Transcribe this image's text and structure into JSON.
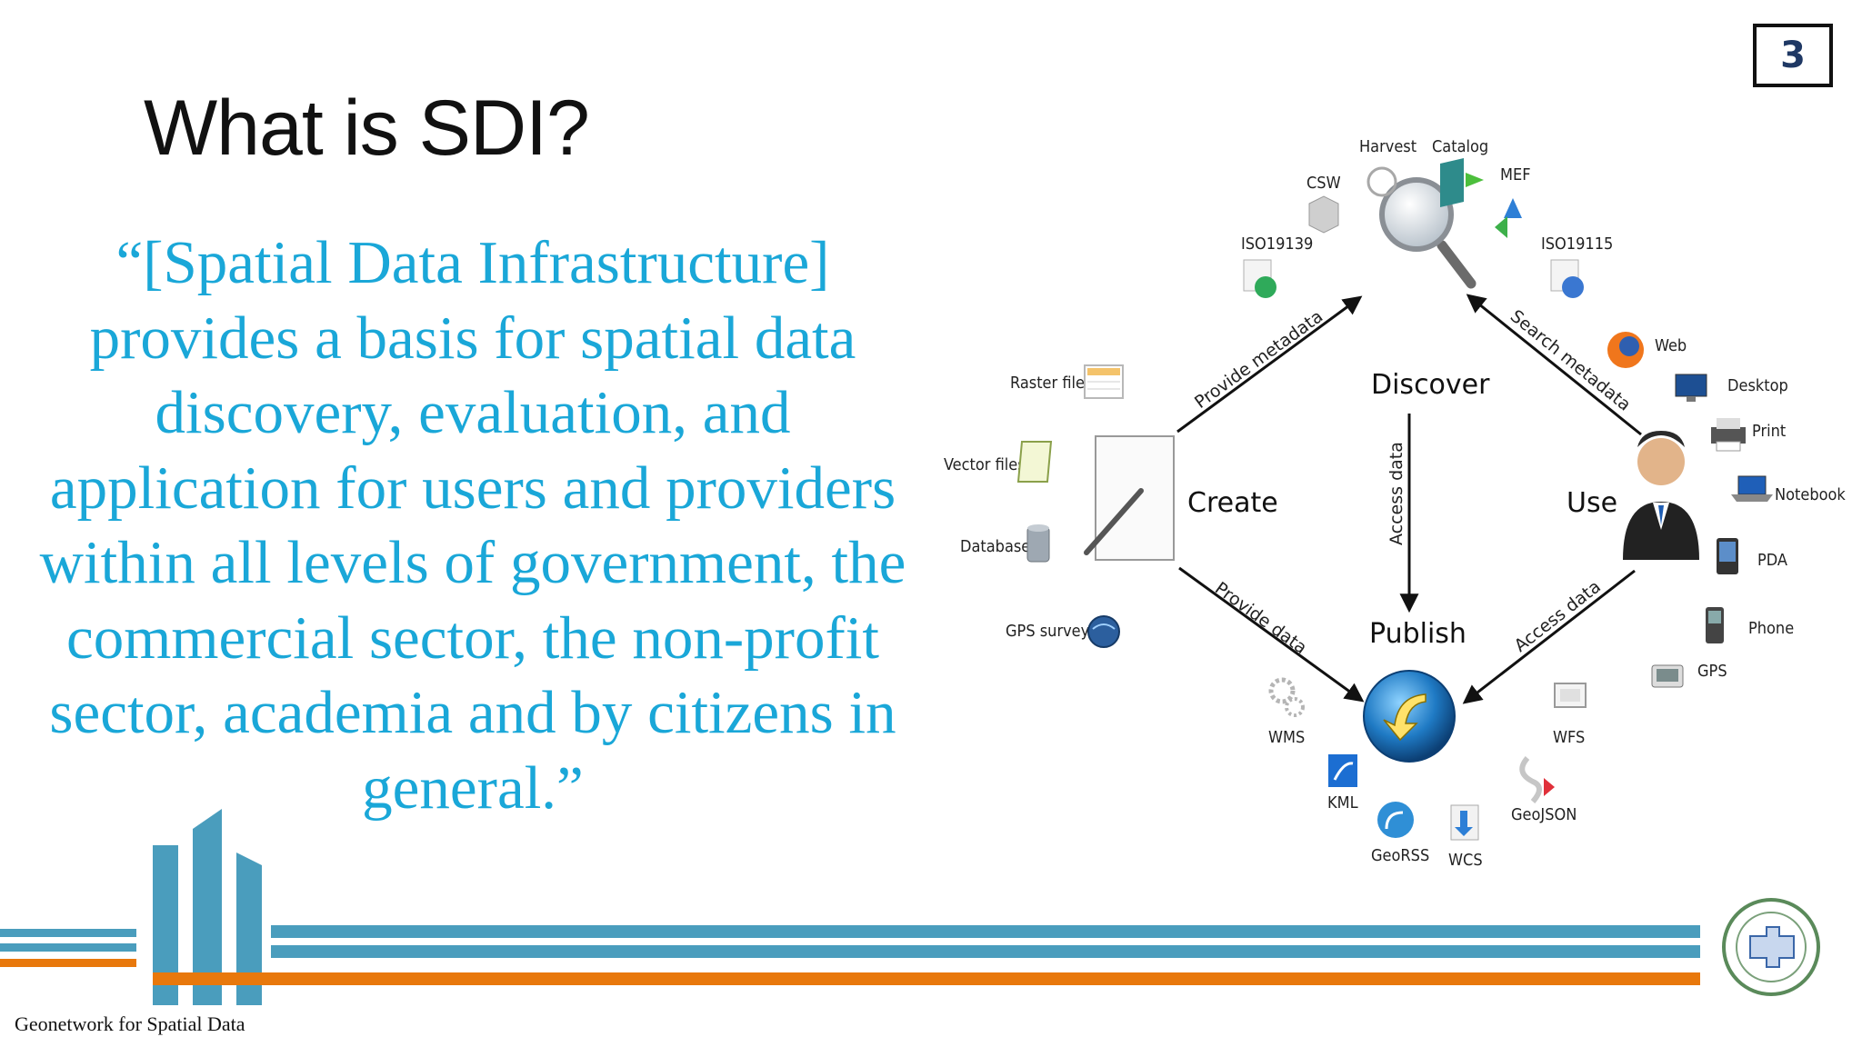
{
  "page_number": "3",
  "title": "What is SDI?",
  "quote": "“[Spatial Data Infrastructure] provides a basis for spatial data discovery, evaluation, and application for users and providers within all levels of government, the commercial sector, the non-profit sector, academia and by citizens in general.”",
  "diagram": {
    "nodes": {
      "create": "Create",
      "discover": "Discover",
      "publish": "Publish",
      "use": "Use"
    },
    "arrows": {
      "provide_metadata": "Provide metadata",
      "search_metadata": "Search metadata",
      "access_data_vertical": "Access data",
      "provide_data": "Provide data",
      "access_data_diag": "Access data"
    },
    "create_sources": [
      "Raster files",
      "Vector files",
      "Databases",
      "GPS surveys"
    ],
    "discover_items": [
      "Harvest",
      "Catalog",
      "CSW",
      "MEF",
      "ISO19139",
      "ISO19115"
    ],
    "use_devices": [
      "Web",
      "Desktop",
      "Print",
      "Notebook",
      "PDA",
      "Phone",
      "GPS"
    ],
    "publish_formats": [
      "WMS",
      "KML",
      "GeoRSS",
      "WCS",
      "GeoJSON",
      "WFS"
    ]
  },
  "footer": {
    "text": "Geonetwork for Spatial Data"
  },
  "colors": {
    "quote": "#1aa7d8",
    "stripe_blue": "#4a9dbd",
    "stripe_orange": "#e8780c",
    "arrow": "#111111"
  }
}
